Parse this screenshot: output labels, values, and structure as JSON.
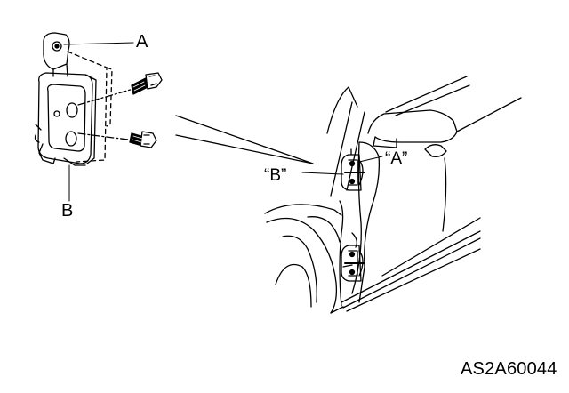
{
  "labels": {
    "hinge_part_a": "A",
    "hinge_part_b": "B",
    "door_location_a": "“A”",
    "door_location_b": "“B”"
  },
  "figure_code": "AS2A60044",
  "colors": {
    "ink": "#000000",
    "paper": "#ffffff"
  }
}
